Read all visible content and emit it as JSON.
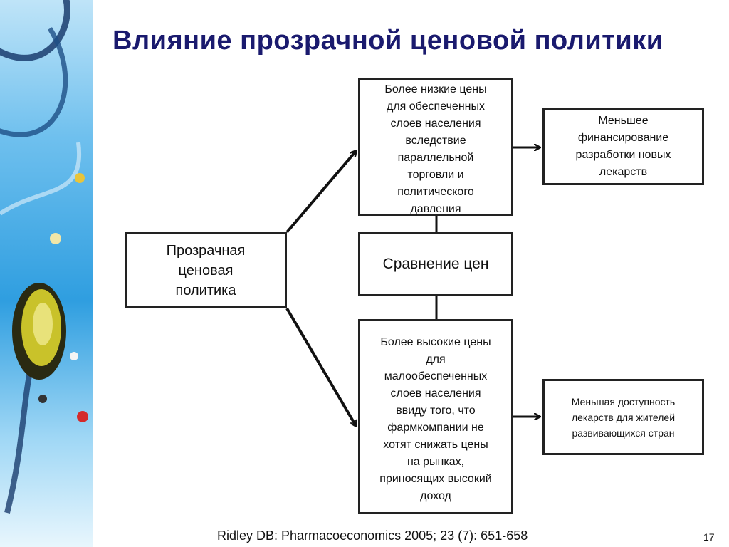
{
  "slide": {
    "title": "Влияние прозрачной ценовой политики",
    "page_number": "17",
    "reference": "Ridley DB: Pharmacoeconomics 2005; 23 (7): 651-658"
  },
  "diagram": {
    "policy": "Прозрачная\nценовая\nполитика",
    "low_prices": "Более низкие цены\nдля обеспеченных\nслоев населения\nвследствие\nпараллельной\nторговли и\nполитического\nдавления",
    "comparison": "Сравнение цен",
    "high_prices": "Более высокие цены\nдля\nмалообеспеченных\nслоев населения\nввиду того, что\nфармкомпании не\nхотят снижать цены\nна рынках,\nприносящих высокий\nдоход",
    "less_funding": "Меньшее\nфинансирование\nразработки новых\nлекарств",
    "less_access": "Меньшая доступность\nлекарств для жителей\nразвивающихся стран"
  },
  "icons": [
    "stethoscope-decor-image",
    "pill-decor-icon"
  ]
}
